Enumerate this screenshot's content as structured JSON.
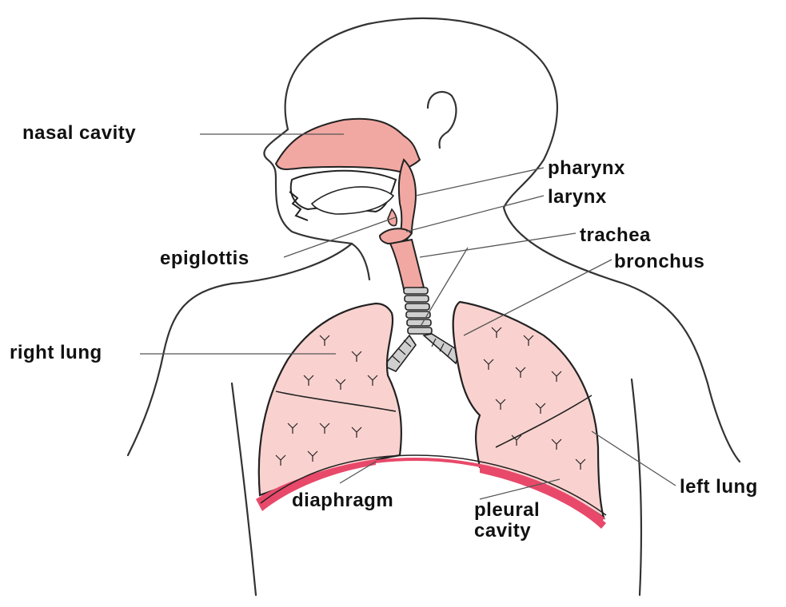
{
  "diagram": {
    "labels": {
      "nasal_cavity": "nasal cavity",
      "pharynx": "pharynx",
      "larynx": "larynx",
      "trachea": "trachea",
      "epiglottis": "epiglottis",
      "bronchus": "bronchus",
      "right_lung": "right lung",
      "left_lung": "left lung",
      "diaphragm": "diaphragm",
      "pleural_cavity": "pleural\ncavity"
    },
    "colors": {
      "airway_fill": "#f2a8a2",
      "lung_fill": "#f9d2cf",
      "diaphragm": "#e8496a",
      "outline": "#222222",
      "trachea_ring": "#cfcfcf"
    }
  }
}
